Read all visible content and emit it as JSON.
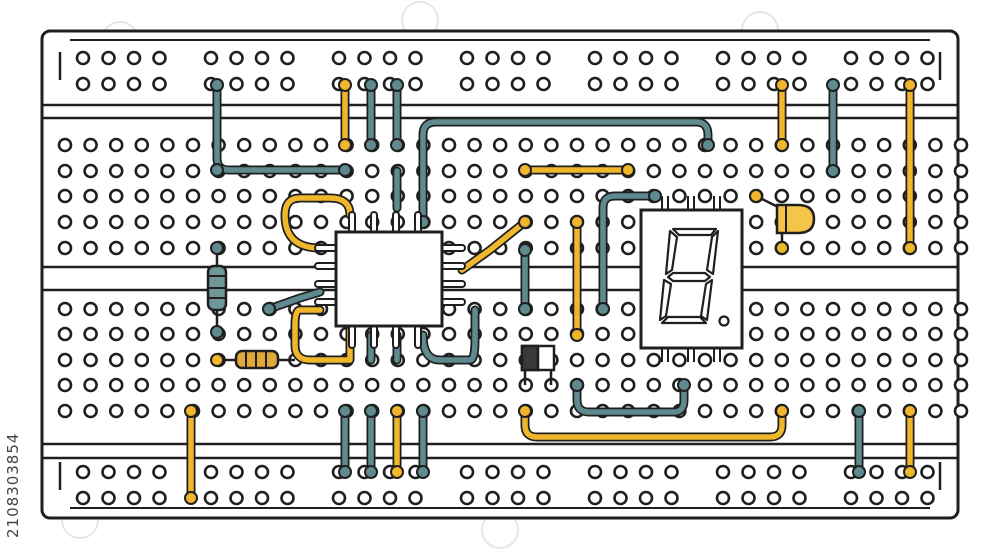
{
  "image": {
    "subject": "breadboard-circuit-illustration",
    "stock_id": "2108303854"
  },
  "palette": {
    "background": "#ffffff",
    "outline": "#1f1f1f",
    "board_fill": "#ffffff",
    "jumper_gray": "#5f8a90",
    "jumper_yellow": "#f0b62c",
    "resistor_body": "#6f979a",
    "resistor_band": "#e0a93a",
    "led": "#f4c548",
    "capacitor": "#3a3a3a",
    "watermark": "#e6e6e6"
  },
  "components": {
    "ic_chip": {
      "name": "microcontroller-ic",
      "pins_per_side": 4
    },
    "seven_segment": {
      "name": "seven-segment-display",
      "digit": "8",
      "decimal_point": true
    },
    "led": {
      "name": "yellow-led"
    },
    "resistors": 2,
    "capacitor": {
      "name": "ceramic-capacitor"
    }
  }
}
